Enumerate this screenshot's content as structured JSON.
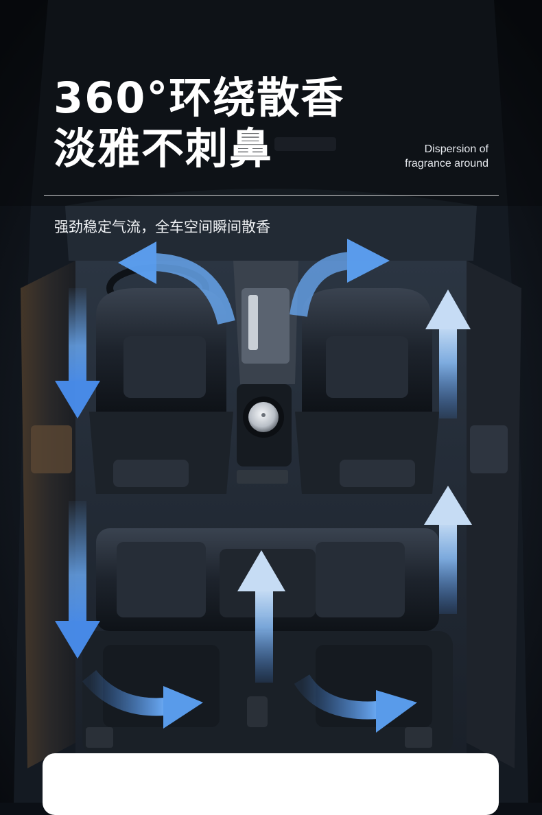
{
  "headline": {
    "line1": "360°环绕散香",
    "line2": "淡雅不刺鼻"
  },
  "subtitle_en": {
    "line1": "Dispersion of",
    "line2": "fragrance around"
  },
  "tagline": "强劲稳定气流，全车空间瞬间散香",
  "colors": {
    "arrow_light": "#bfe0ff",
    "arrow_main": "#5aa2f5",
    "background": "#0b0f15",
    "text": "#ffffff"
  }
}
